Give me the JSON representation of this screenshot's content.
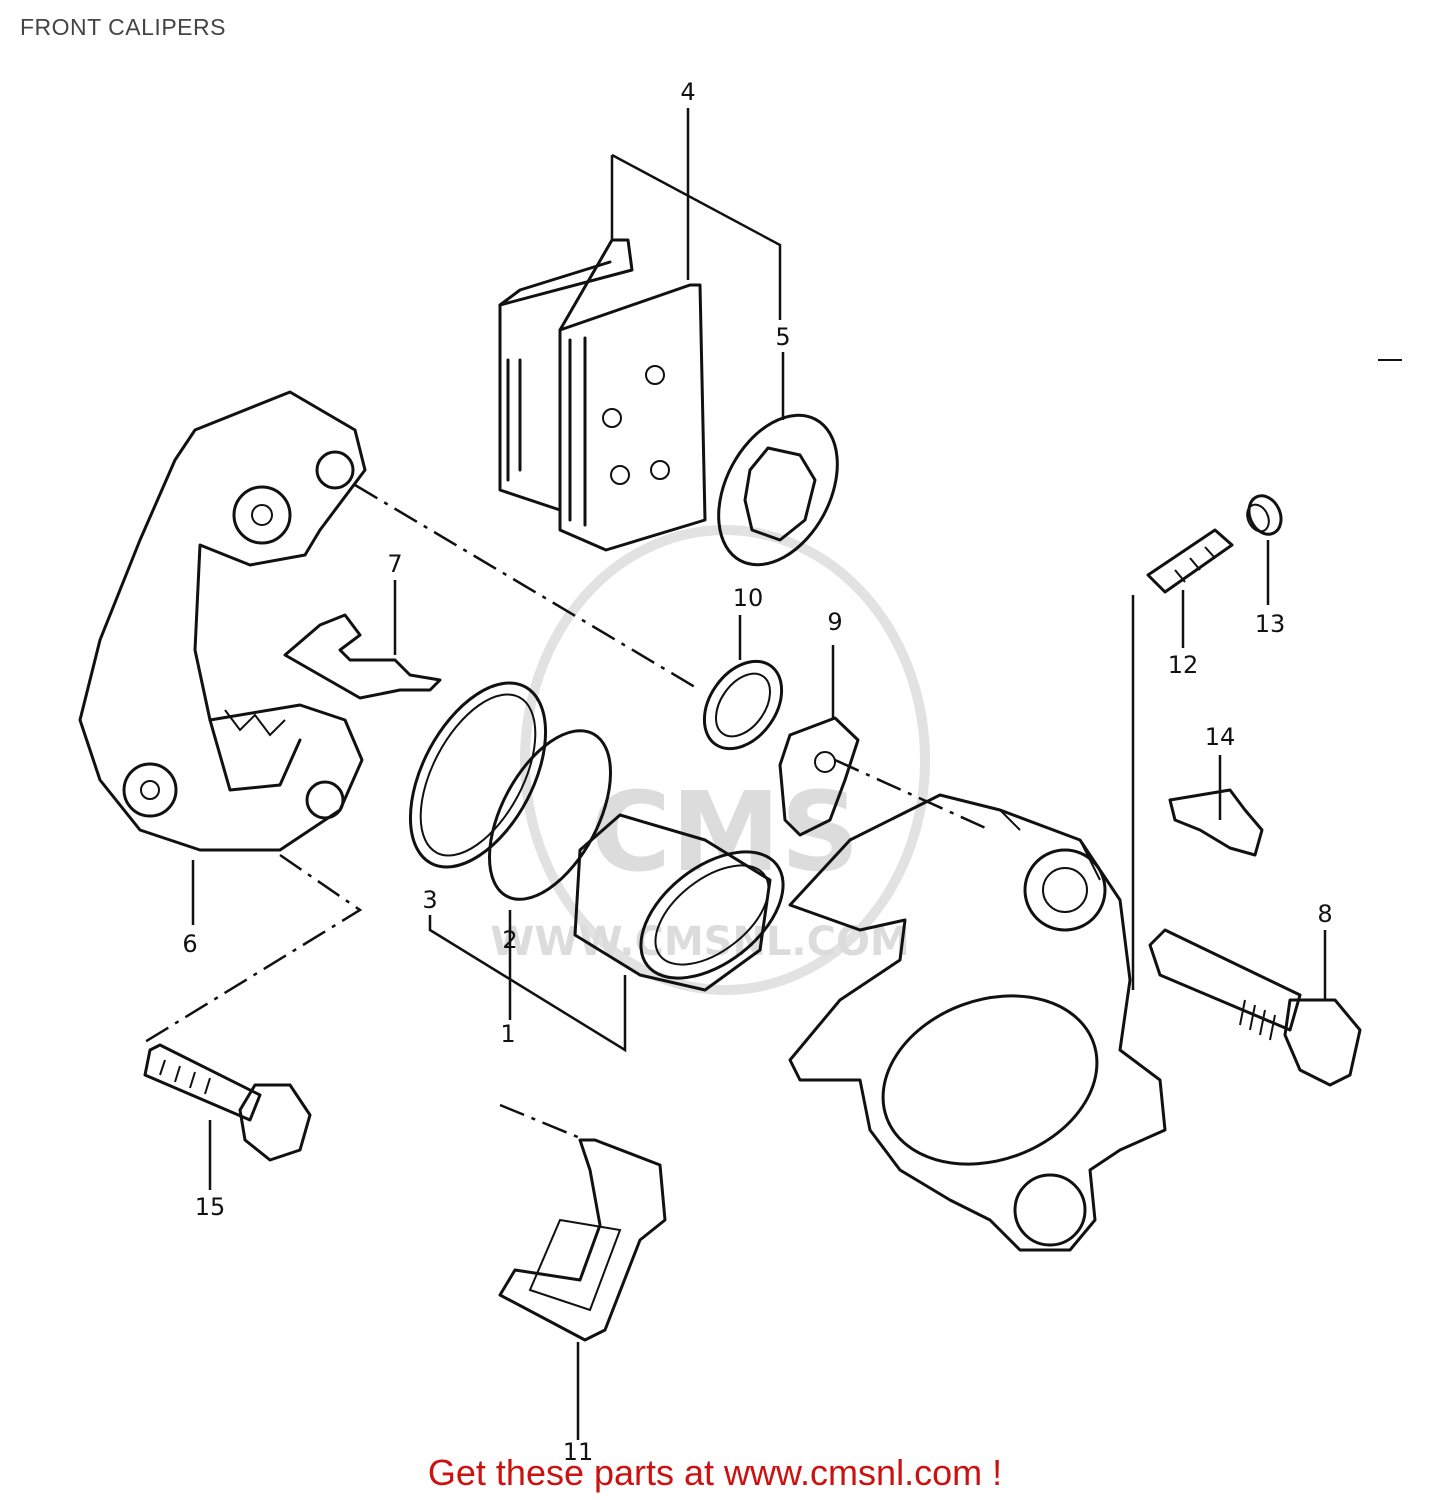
{
  "page": {
    "title": "FRONT CALIPERS",
    "call_to_action": "Get these parts at www.cmsnl.com !"
  },
  "watermark": {
    "logo_text": "CMS",
    "url_text": "WWW.CMSNL.COM"
  },
  "callouts": [
    {
      "id": "1",
      "label": "1"
    },
    {
      "id": "2",
      "label": "2"
    },
    {
      "id": "3",
      "label": "3"
    },
    {
      "id": "4",
      "label": "4"
    },
    {
      "id": "5",
      "label": "5"
    },
    {
      "id": "6",
      "label": "6"
    },
    {
      "id": "7",
      "label": "7"
    },
    {
      "id": "8",
      "label": "8"
    },
    {
      "id": "9",
      "label": "9"
    },
    {
      "id": "10",
      "label": "10"
    },
    {
      "id": "11",
      "label": "11"
    },
    {
      "id": "12",
      "label": "12"
    },
    {
      "id": "13",
      "label": "13"
    },
    {
      "id": "14",
      "label": "14"
    },
    {
      "id": "15",
      "label": "15"
    }
  ],
  "colors": {
    "line": "#111111",
    "title": "#444444",
    "cta": "#cc1111",
    "watermark": "#dcdcdc"
  }
}
